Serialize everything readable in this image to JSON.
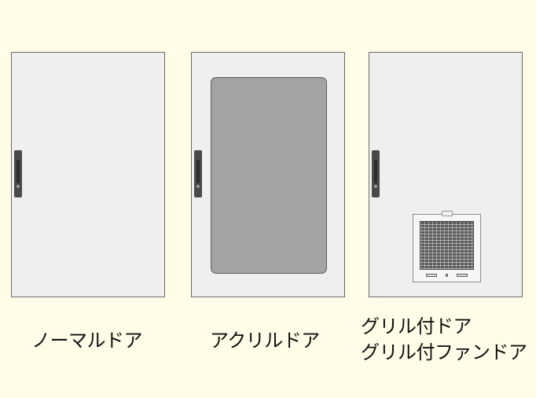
{
  "doors": {
    "normal": {
      "label": "ノーマルドア"
    },
    "acrylic": {
      "label": "アクリルドア"
    },
    "grille": {
      "label_line1": "グリル付ドア",
      "label_line2": "グリル付ファンドア"
    }
  },
  "colors": {
    "background": "#fffde7",
    "door_panel": "#efefef",
    "door_border": "#6b6b6b",
    "acrylic_window": "#a3a3a3",
    "handle": "#4a4a4a"
  },
  "icons": [
    "door-handle-icon",
    "acrylic-window",
    "fan-grille-icon"
  ]
}
